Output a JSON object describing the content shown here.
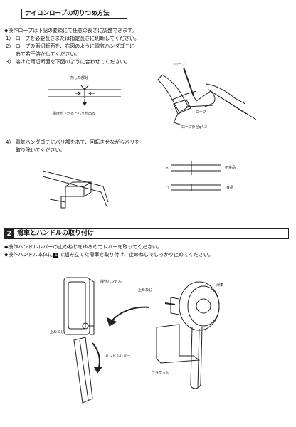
{
  "section1": {
    "title": "ナイロンロープの切りつめ方法",
    "intro": "◆操作ロープは下記の要領にて任意の長さに調整できます。",
    "steps": [
      "1） ロープを必要長さまたは指定長さに切断してください。",
      "2） ロープの両切断面を、右図のように電気ハンダゴテに",
      "あて若干溶かしてください。",
      "3） 溶けた両切断面を下図のように合わせてください。"
    ],
    "step4": [
      "4） 電気ハンダゴテにバリ部をあて、回転させながらバリを",
      "取り除いてください。"
    ],
    "diagram_labels": {
      "melted": "熱した部分",
      "burr_note": "温度が下がるとバリが出る",
      "rope_top": "ロープ",
      "rope_bottom": "ロープ",
      "rope_diameter": "ロープ外径φ4.3",
      "bad": "不良品",
      "good": "良品",
      "bad_mark": "×",
      "good_mark": "○"
    }
  },
  "section2": {
    "number": "2",
    "title": "滑車とハンドルの取り付け",
    "bullets": [
      "◆操作ハンドルレバーの止めねじをゆるめてレバーを取ってください。",
      [
        "◆操作ハンドル本体に",
        "1",
        "で組み立てた滑車を取り付け、止めねじでしっかり止めてください。"
      ]
    ],
    "labels": {
      "handle": "操作ハンドル",
      "set_screw_left": "止めねじ",
      "handle_lever": "ハンドルレバー",
      "set_screw_right": "止めねじ",
      "pulley": "滑車",
      "bracket": "ブラケット"
    }
  }
}
